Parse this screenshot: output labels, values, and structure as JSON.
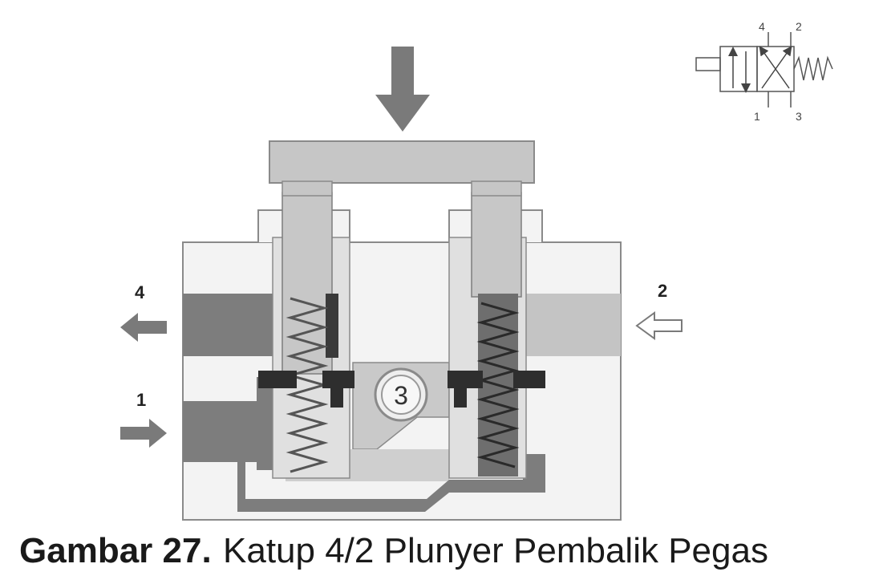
{
  "caption": {
    "label": "Gambar 27.",
    "title": "Katup 4/2 Plunyer Pembalik Pegas"
  },
  "ports": {
    "port_4": "4",
    "port_2": "2",
    "port_1": "1",
    "port_3": "3"
  },
  "symbol": {
    "port_4": "4",
    "port_2": "2",
    "port_1": "1",
    "port_3": "3"
  },
  "colors": {
    "body": "#f2f2f2",
    "outline": "#8c8c8c",
    "channel_dark": "#7d7d7d",
    "channel_light": "#bdbdbd",
    "plunger": "#c6c6c6",
    "seal": "#2e2e2e",
    "arrow": "#7a7a7a"
  }
}
